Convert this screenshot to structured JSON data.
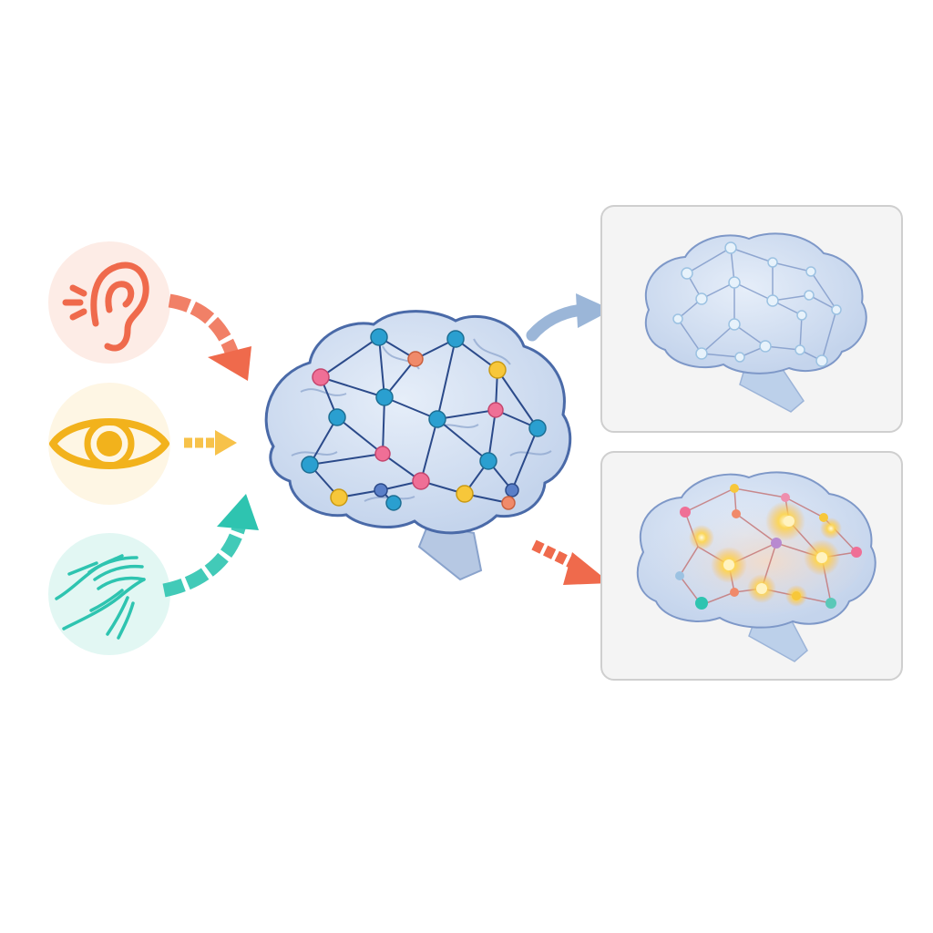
{
  "colors": {
    "hearing": "#ef6a4c",
    "hearing_bg": "#fdece6",
    "vision": "#f2b21c",
    "vision_bg": "#fef6e4",
    "touch": "#2ec4b0",
    "touch_bg": "#e2f7f3",
    "brain_fill": "#d6e2f2",
    "brain_stroke": "#4a6aa8",
    "panel_bg": "#f4f4f4",
    "panel_border": "#cfcfcf",
    "calm_arrow": "#9bb6d8",
    "active_arrow": "#ef6a4c",
    "glow": "#ffd54a"
  },
  "inputs": [
    {
      "name": "hearing",
      "icon": "ear-icon"
    },
    {
      "name": "vision",
      "icon": "eye-icon"
    },
    {
      "name": "touch",
      "icon": "hands-icon"
    }
  ],
  "outputs": [
    {
      "name": "calm",
      "icon": "calm-brain-icon"
    },
    {
      "name": "activated",
      "icon": "active-brain-icon"
    }
  ]
}
